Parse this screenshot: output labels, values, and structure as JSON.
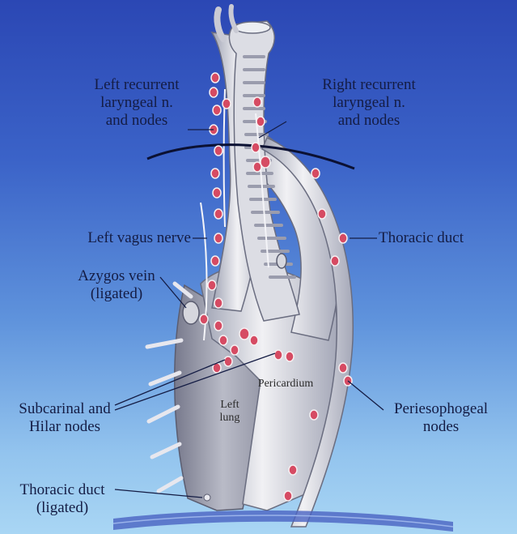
{
  "labels": {
    "left_recurrent": [
      "Left recurrent",
      "laryngeal n.",
      "and nodes"
    ],
    "right_recurrent": [
      "Right recurrent",
      "laryngeal n.",
      "and nodes"
    ],
    "left_vagus": "Left vagus nerve",
    "thoracic_duct": "Thoracic duct",
    "azygos": [
      "Azygos vein",
      "(ligated)"
    ],
    "subcarinal": [
      "Subcarinal and",
      "Hilar nodes"
    ],
    "periesophageal": [
      "Periesophogeal",
      "nodes"
    ],
    "thoracic_duct_ligated": [
      "Thoracic duct",
      "(ligated)"
    ],
    "pericardium": "Pericardium",
    "left_lung": [
      "Left",
      "lung"
    ]
  },
  "colors": {
    "background_top": "#2b47b4",
    "background_bottom": "#a9d6f4",
    "label_text": "#141c44",
    "lymph_node": "#d64b63",
    "tissue": "#e4e4ea"
  }
}
